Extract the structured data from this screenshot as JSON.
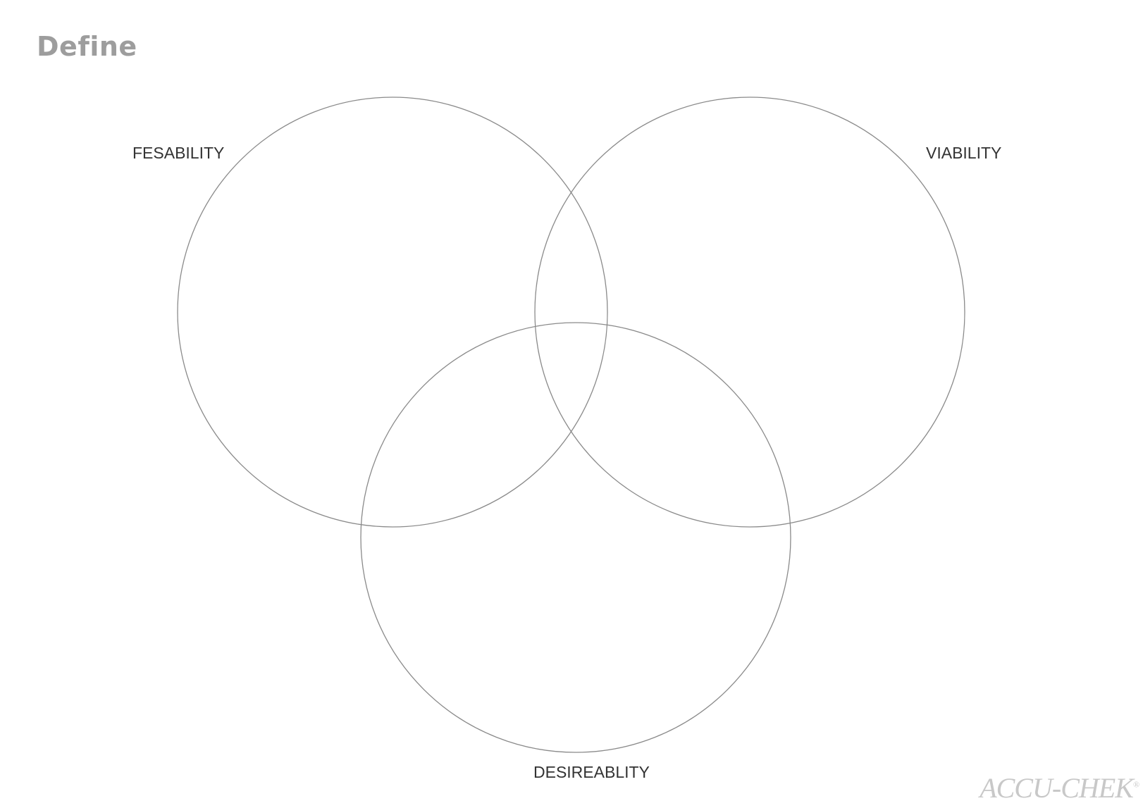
{
  "page": {
    "title": "Define"
  },
  "venn": {
    "circles": [
      {
        "label": "FESABILITY"
      },
      {
        "label": "VIABILITY"
      },
      {
        "label": "DESIREABLITY"
      }
    ],
    "stroke_color": "#8a8a8a"
  },
  "logo": {
    "text": "ACCU-CHEK",
    "mark": "®"
  }
}
